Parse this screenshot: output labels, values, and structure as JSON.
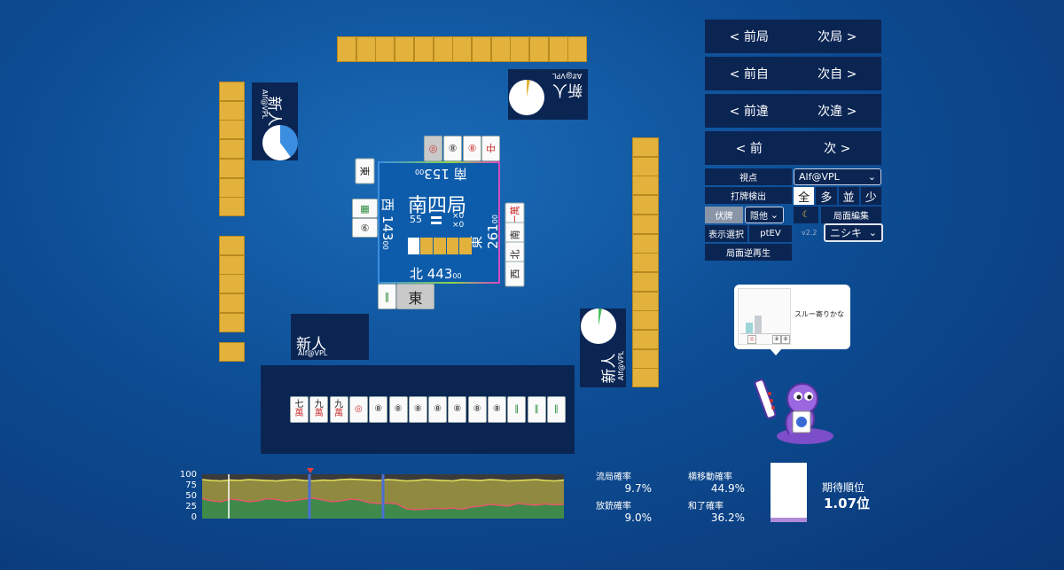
{
  "players": {
    "top": {
      "name": "新人",
      "handle": "Alf@VPL"
    },
    "left": {
      "name": "新人",
      "handle": "Alf@VPL"
    },
    "right": {
      "name": "新人",
      "handle": "Alf@VPL"
    },
    "self": {
      "name": "新人",
      "handle": "Alf@VPL"
    }
  },
  "center": {
    "round": "南四局",
    "honba_count": "55",
    "riichi_x": "×0",
    "honba_x": "×0",
    "south_score": "南 153",
    "south_sub": "00",
    "west_score": "西 143",
    "west_sub": "00",
    "east_score": "東 261",
    "east_sub": "00",
    "north_score": "北 443",
    "north_sub": "00"
  },
  "discards": {
    "top": [
      "中",
      "⑧",
      "⑧",
      "◎"
    ],
    "left": [
      "東",
      "▦",
      "⑥"
    ],
    "right": [
      "西",
      "北",
      "南",
      "一萬"
    ],
    "bottom": [
      "‖",
      "東"
    ]
  },
  "hand": [
    {
      "rank": "七",
      "suit": "萬"
    },
    {
      "rank": "九",
      "suit": "萬"
    },
    {
      "rank": "九",
      "suit": "萬"
    },
    {
      "rank": "◎",
      "suit": ""
    },
    {
      "rank": "⑧",
      "suit": ""
    },
    {
      "rank": "⑧",
      "suit": ""
    },
    {
      "rank": "⑧",
      "suit": ""
    },
    {
      "rank": "⑧",
      "suit": ""
    },
    {
      "rank": "⑧",
      "suit": ""
    },
    {
      "rank": "⑧",
      "suit": ""
    },
    {
      "rank": "⑧",
      "suit": ""
    },
    {
      "rank": "‖",
      "suit": ""
    },
    {
      "rank": "‖",
      "suit": ""
    },
    {
      "rank": "‖",
      "suit": ""
    }
  ],
  "nav": {
    "prev_round": "< 前局",
    "next_round": "次局 >",
    "prev_self": "< 前自",
    "next_self": "次自 >",
    "prev_diff": "< 前違",
    "next_diff": "次違 >",
    "prev": "< 前",
    "next": "次 >"
  },
  "controls": {
    "viewpoint_label": "視点",
    "viewpoint_value": "Alf@VPL",
    "discard_detect_label": "打牌検出",
    "detect_options": [
      "全",
      "多",
      "並",
      "少"
    ],
    "hidden_label": "伏牌",
    "hidden_value": "隠他",
    "moon_icon": "☾",
    "edit_label": "局面編集",
    "display_select": "表示選択",
    "ptev": "ptEV",
    "version": "v2.2",
    "model_value": "ニシキ",
    "reverse_play": "局面逆再生"
  },
  "bubble": {
    "text": "スルー寄りかな"
  },
  "chart": {
    "ticks": [
      "100",
      "75",
      "50",
      "25",
      "0"
    ]
  },
  "chart_data": {
    "type": "area",
    "ylim": [
      0,
      100
    ],
    "series": [
      {
        "values": [
          88,
          86,
          85,
          87,
          86,
          88,
          87,
          86,
          85,
          87,
          88,
          86,
          85,
          87,
          86,
          88,
          89,
          88,
          87,
          86,
          88,
          87,
          85,
          86,
          88,
          87,
          86,
          85,
          88,
          87,
          86,
          88,
          87,
          85,
          86,
          87,
          88,
          86,
          85,
          87
        ]
      },
      {
        "values": [
          45,
          40,
          38,
          44,
          42,
          38,
          40,
          45,
          43,
          39,
          41,
          44,
          46,
          42,
          38,
          40,
          44,
          42,
          36,
          34,
          35,
          33,
          22,
          20,
          21,
          23,
          22,
          24,
          21,
          26,
          28,
          32,
          30,
          28,
          34,
          32,
          30,
          33,
          31,
          32
        ]
      }
    ]
  },
  "stats": {
    "ryukyoku_label": "流局確率",
    "ryukyoku_val": "9.7%",
    "houju_label": "放銃確率",
    "houju_val": "9.0%",
    "yokoido_label": "横移動確率",
    "yokoido_val": "44.9%",
    "hora_label": "和了確率",
    "hora_val": "36.2%",
    "rank_label": "期待順位",
    "rank_val": "1.07位",
    "rank_fill": 0.07
  }
}
